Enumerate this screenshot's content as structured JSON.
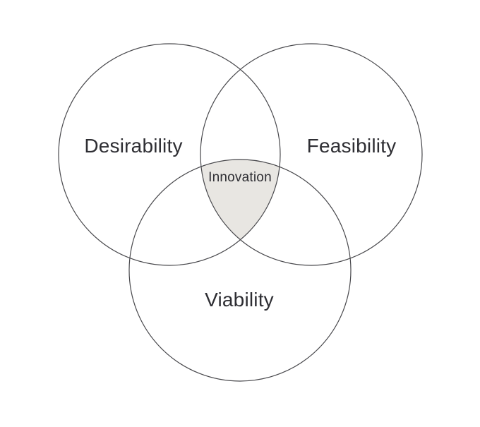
{
  "diagram": {
    "type": "venn",
    "circles": [
      {
        "id": "desirability",
        "label": "Desirability"
      },
      {
        "id": "feasibility",
        "label": "Feasibility"
      },
      {
        "id": "viability",
        "label": "Viability"
      }
    ],
    "intersection": {
      "label": "Innovation"
    },
    "colors": {
      "background": "#ffffff",
      "circle_stroke": "#47474b",
      "intersection_fill": "#e8e6e2",
      "label_text": "#2e2e33"
    }
  }
}
